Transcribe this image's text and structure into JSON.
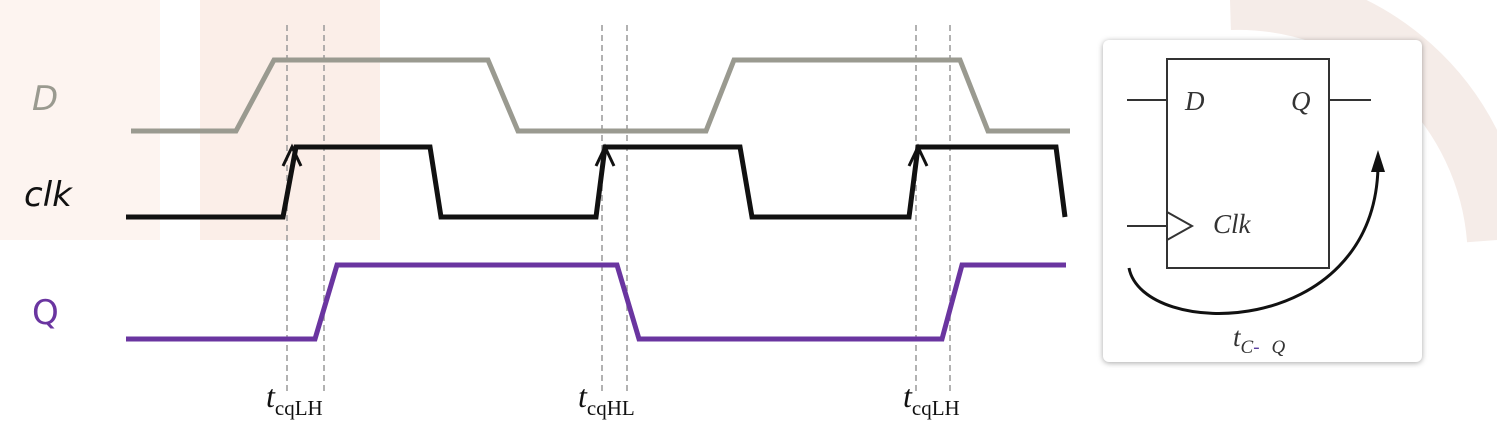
{
  "signals": {
    "d": {
      "label": "D",
      "color": "#9a9a90"
    },
    "clk": {
      "label": "clk",
      "color": "#111111"
    },
    "q": {
      "label": "Q",
      "color": "#6a35a0"
    }
  },
  "delays": [
    {
      "t": "t",
      "sub": "cqLH"
    },
    {
      "t": "t",
      "sub": "cqHL"
    },
    {
      "t": "t",
      "sub": "cqLH"
    }
  ],
  "flipflop": {
    "d_pin": "D",
    "q_pin": "Q",
    "clk_pin": "Clk",
    "tcq": {
      "t": "t",
      "sub_a": "C",
      "sub_b": "-",
      "sub_c": "Q"
    }
  },
  "colors": {
    "watermark": "#f6e3dc",
    "dashed": "#999999"
  }
}
